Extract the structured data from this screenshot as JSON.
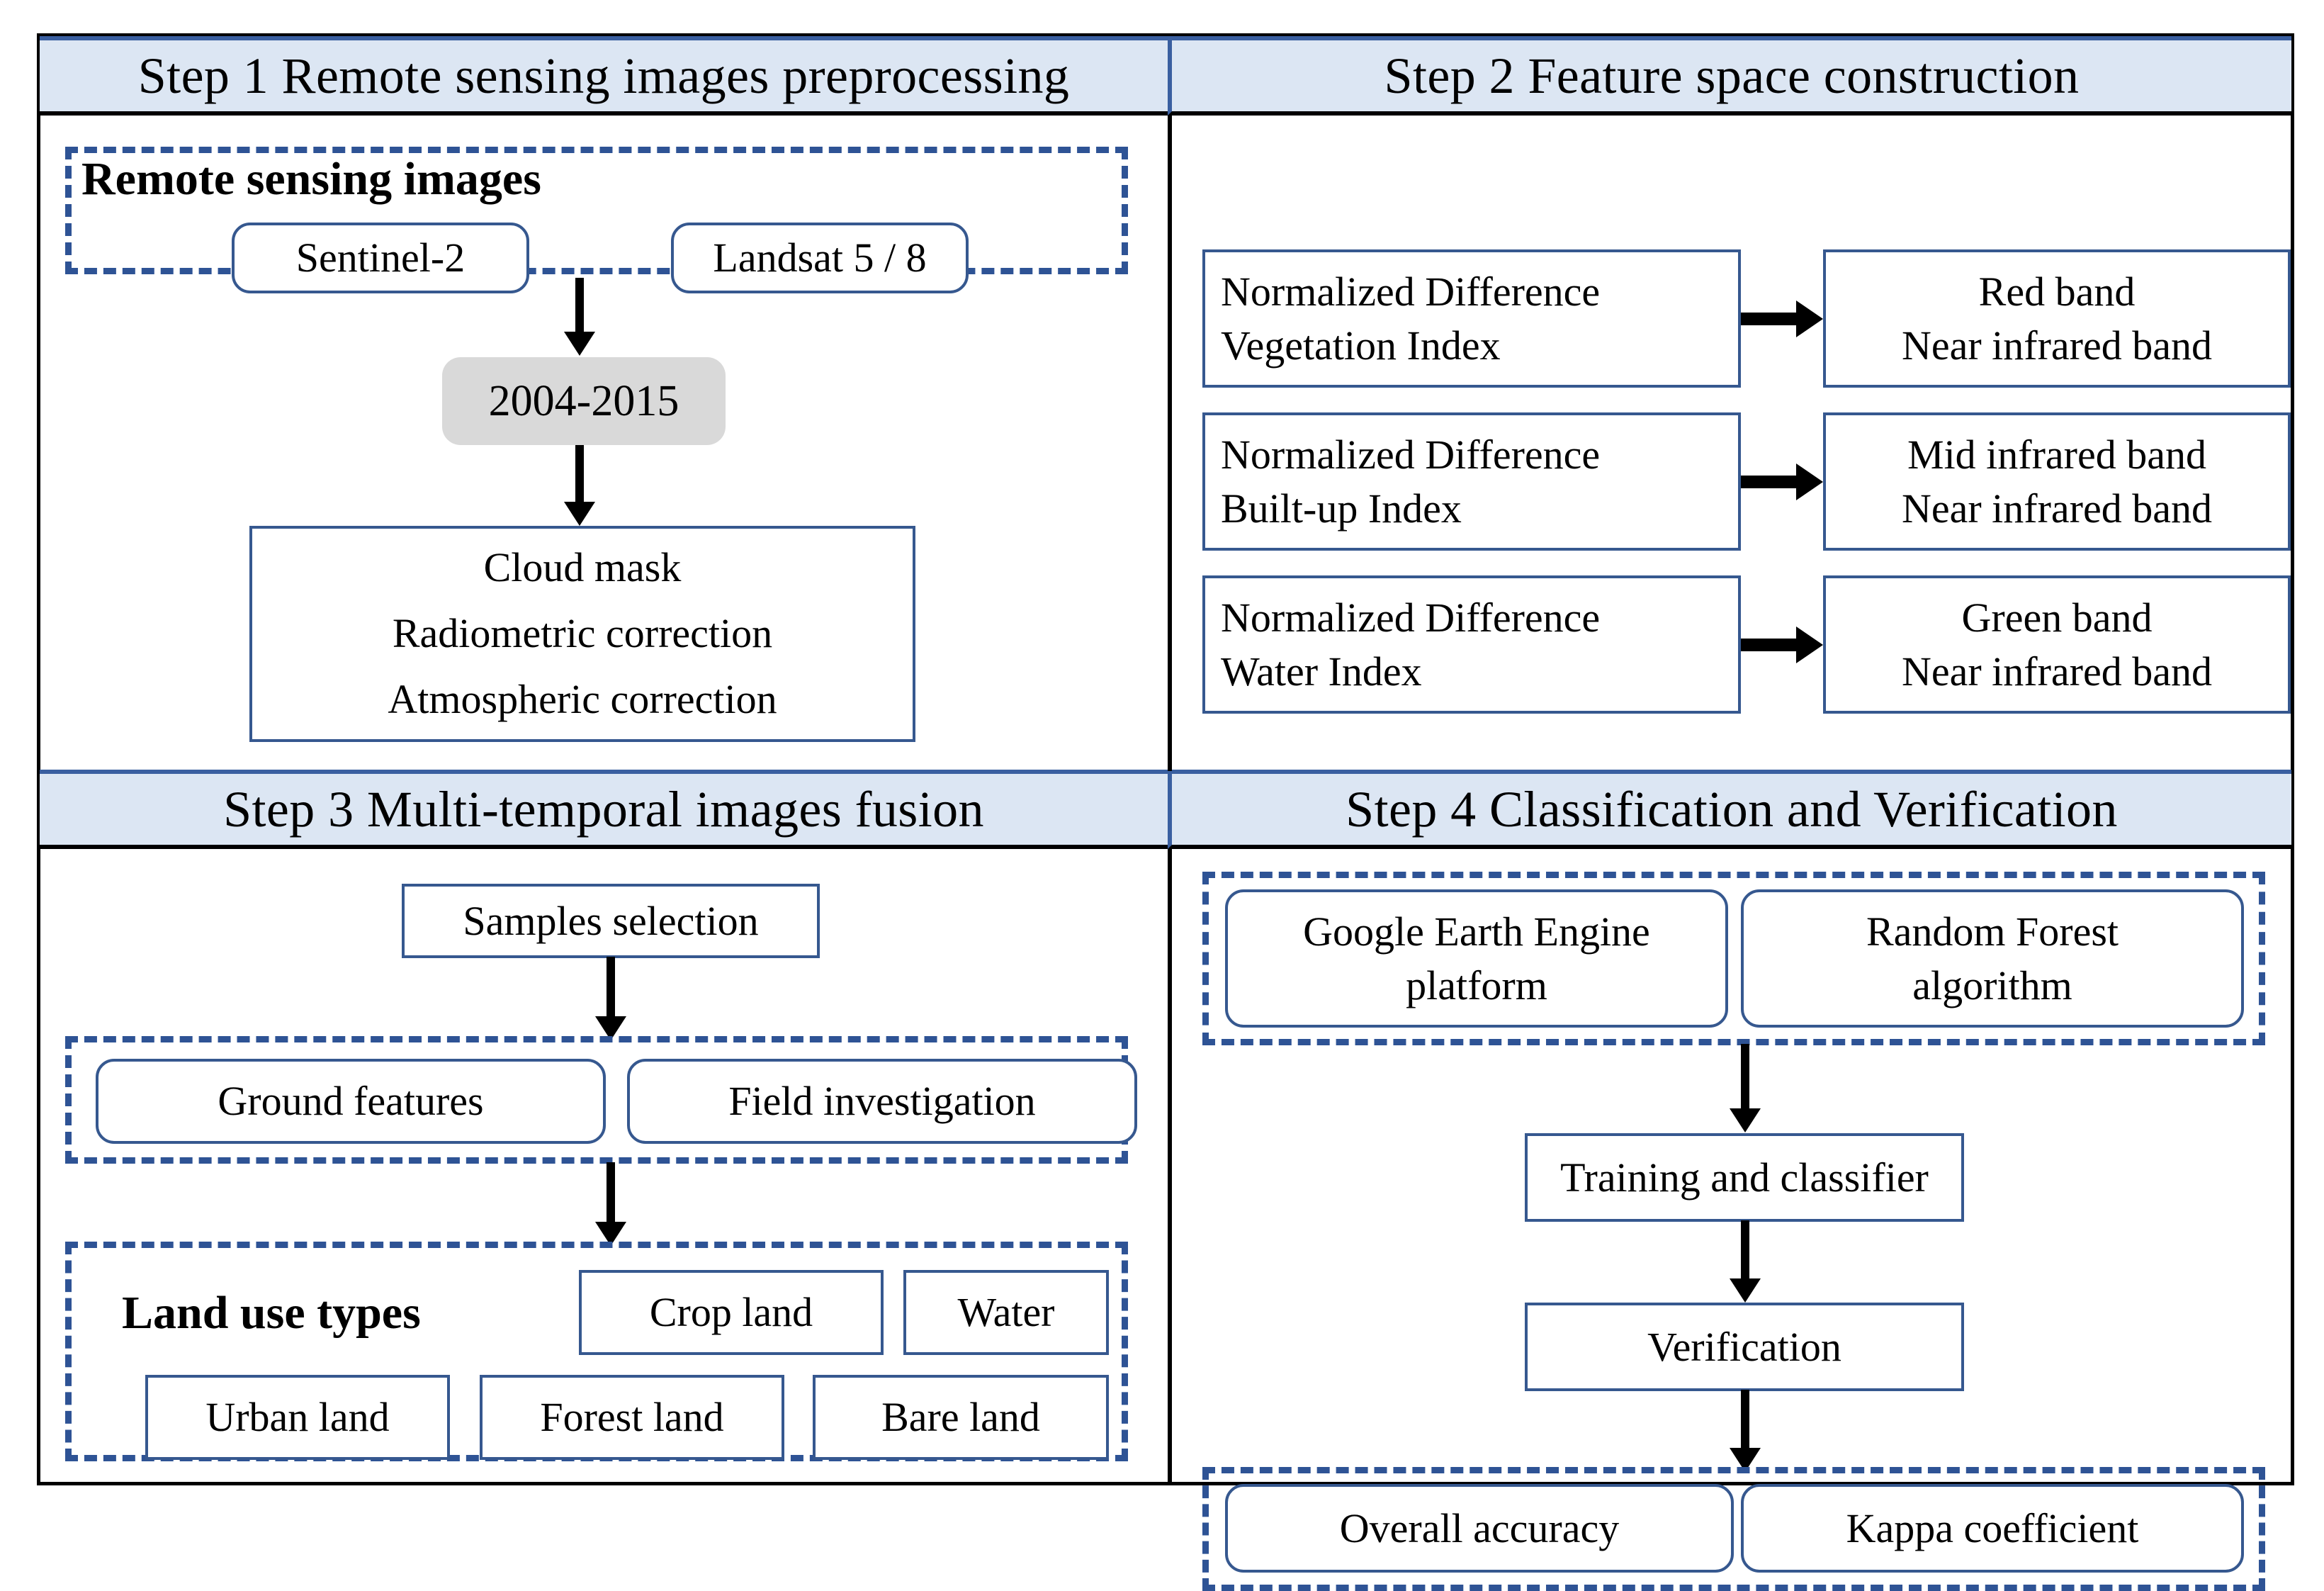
{
  "figure": {
    "type": "flowchart",
    "accent_blue": "#36588f",
    "header_fill": "#dce6f3",
    "dashed_blue": "#2e5395",
    "gray_fill": "#d9d9d9"
  },
  "steps": {
    "step1": {
      "title": "Step 1 Remote sensing images preprocessing",
      "group_label": "Remote sensing images",
      "sources": [
        {
          "label": "Sentinel-2"
        },
        {
          "label": "Landsat 5 / 8"
        }
      ],
      "period": "2004-2015",
      "preprocessing": [
        "Cloud mask",
        "Radiometric correction",
        "Atmospheric correction"
      ]
    },
    "step2": {
      "title": "Step 2 Feature space construction",
      "rows": [
        {
          "index_line1": "Normalized Difference",
          "index_line2": "Vegetation Index",
          "band_line1": "Red band",
          "band_line2": "Near infrared band"
        },
        {
          "index_line1": "Normalized Difference",
          "index_line2": "Built-up Index",
          "band_line1": "Mid infrared band",
          "band_line2": "Near infrared band"
        },
        {
          "index_line1": "Normalized Difference",
          "index_line2": "Water Index",
          "band_line1": "Green band",
          "band_line2": "Near infrared band"
        }
      ]
    },
    "step3": {
      "title": "Step 3 Multi-temporal images fusion",
      "samples": "Samples selection",
      "sample_sources": [
        {
          "label": "Ground features"
        },
        {
          "label": "Field investigation"
        }
      ],
      "land_use_label": "Land use types",
      "land_use_types": [
        {
          "label": "Crop land"
        },
        {
          "label": "Water"
        },
        {
          "label": "Urban land"
        },
        {
          "label": "Forest land"
        },
        {
          "label": "Bare land"
        }
      ]
    },
    "step4": {
      "title": "Step 4 Classification and Verification",
      "tools": [
        {
          "line1": "Google Earth Engine",
          "line2": "platform"
        },
        {
          "line1": "Random Forest",
          "line2": "algorithm"
        }
      ],
      "training": "Training and classifier",
      "verification": "Verification",
      "metrics": [
        {
          "label": "Overall accuracy"
        },
        {
          "label": "Kappa coefficient"
        }
      ]
    }
  }
}
